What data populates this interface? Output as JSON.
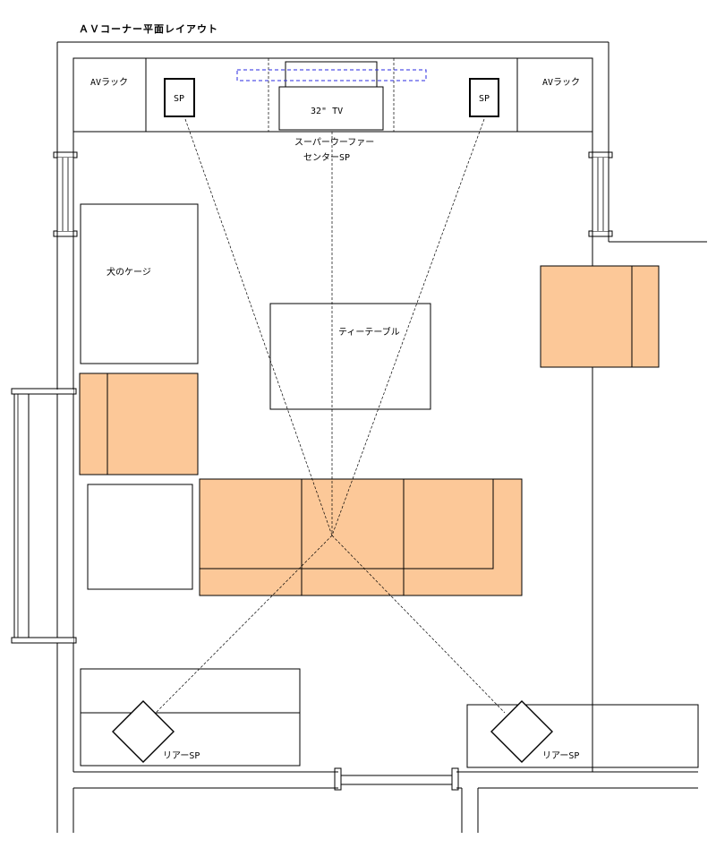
{
  "title": "ＡＶコーナー平面レイアウト",
  "labels": {
    "av_rack_left": "AVラック",
    "av_rack_right": "AVラック",
    "sp_left": "SP",
    "sp_right": "SP",
    "tv": "32\" TV",
    "subwoofer": "スーパーウーファー",
    "center_sp": "センターSP",
    "dog_cage": "犬のケージ",
    "tea_table": "ティーテーブル",
    "rear_sp_left": "リアーSP",
    "rear_sp_right": "リアーSP"
  },
  "colors": {
    "sofa_fill": "#fcc898",
    "line": "#000000",
    "blue_dash": "#2a2ae0",
    "background": "#ffffff"
  }
}
